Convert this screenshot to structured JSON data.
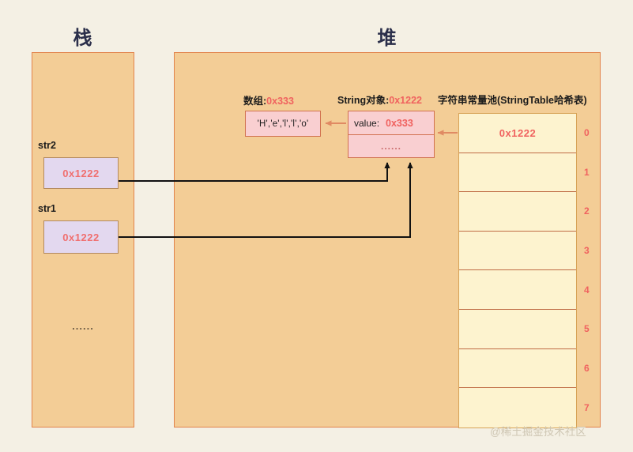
{
  "stack": {
    "title": "栈",
    "vars": [
      {
        "label": "str2",
        "value": "0x1222"
      },
      {
        "label": "str1",
        "value": "0x1222"
      }
    ],
    "ellipsis": "......"
  },
  "heap": {
    "title": "堆",
    "captions": {
      "array_label": "数组:",
      "array_addr": "0x333",
      "string_label": "String对象:",
      "string_addr": "0x1222",
      "pool_label": "字符串常量池(StringTable哈希表)"
    },
    "char_array": {
      "contents": "'H','e','l','l','o'"
    },
    "string_object": {
      "field_name": "value:",
      "field_value": "0x333",
      "more": "......"
    },
    "string_table": {
      "rows": [
        {
          "index": "0",
          "value": "0x1222"
        },
        {
          "index": "1",
          "value": ""
        },
        {
          "index": "2",
          "value": ""
        },
        {
          "index": "3",
          "value": ""
        },
        {
          "index": "4",
          "value": ""
        },
        {
          "index": "5",
          "value": ""
        },
        {
          "index": "6",
          "value": ""
        },
        {
          "index": "7",
          "value": ""
        }
      ]
    }
  },
  "watermark": "@稀土掘金技术社区",
  "colors": {
    "page_bg": "#f4f0e4",
    "panel_bg": "#f3cd96",
    "panel_border": "#e2834c",
    "stack_box_bg": "#e3d8ef",
    "stack_box_border": "#b3895f",
    "pink_box_bg": "#f9cfd1",
    "pink_box_border": "#d1714f",
    "table_bg": "#fdf3cf",
    "table_border": "#d7a357",
    "addr_text": "#f0625f",
    "title_text": "#2b2f4a",
    "arrow_black": "#111111",
    "arrow_salmon": "#e08a63"
  }
}
